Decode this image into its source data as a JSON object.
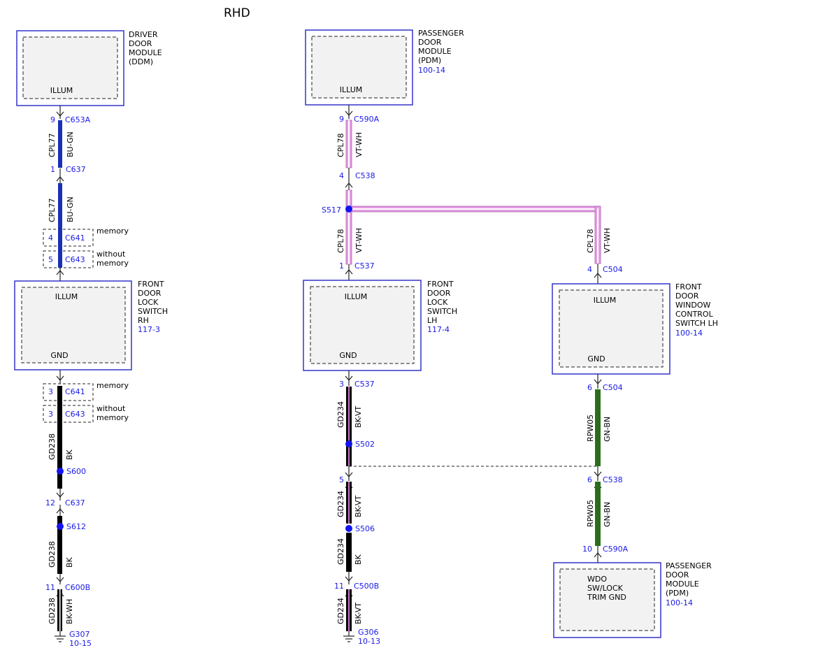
{
  "title": "RHD",
  "components": {
    "ddm": {
      "name": "DRIVER\nDOOR\nMODULE\n(DDM)",
      "ref": "",
      "pins": [
        "ILLUM"
      ]
    },
    "pdm_top": {
      "name": "PASSENGER\nDOOR\nMODULE\n(PDM)",
      "ref": "100-14",
      "pins": [
        "ILLUM"
      ]
    },
    "fdls_rh": {
      "name": "FRONT\nDOOR\nLOCK\nSWITCH\nRH",
      "ref": "117-3",
      "pins": [
        "ILLUM",
        "GND"
      ]
    },
    "fdls_lh": {
      "name": "FRONT\nDOOR\nLOCK\nSWITCH\nLH",
      "ref": "117-4",
      "pins": [
        "ILLUM",
        "GND"
      ]
    },
    "fdwcs_lh": {
      "name": "FRONT\nDOOR\nWINDOW\nCONTROL\nSWITCH LH",
      "ref": "100-14",
      "pins": [
        "ILLUM",
        "GND"
      ]
    },
    "pdm_bottom": {
      "name": "PASSENGER\nDOOR\nMODULE\n(PDM)",
      "ref": "100-14",
      "pins": [
        "WDO\nSW/LOCK\nTRIM GND"
      ]
    }
  },
  "connectors": {
    "left": [
      {
        "pin": "9",
        "name": "C653A"
      },
      {
        "pin": "1",
        "name": "C637"
      },
      {
        "pin": "4",
        "name": "C641",
        "note": "memory"
      },
      {
        "pin": "5",
        "name": "C643",
        "note": "without\nmemory"
      },
      {
        "pin": "3",
        "name": "C641",
        "note": "memory"
      },
      {
        "pin": "3",
        "name": "C643",
        "note": "without\nmemory"
      },
      {
        "pin": "12",
        "name": "C637"
      },
      {
        "pin": "11",
        "name": "C600B"
      }
    ],
    "middle": [
      {
        "pin": "9",
        "name": "C590A"
      },
      {
        "pin": "4",
        "name": "C538"
      },
      {
        "pin": "1",
        "name": "C537"
      },
      {
        "pin": "3",
        "name": "C537"
      },
      {
        "pin": "5",
        "name": ""
      },
      {
        "pin": "11",
        "name": "C500B"
      }
    ],
    "right": [
      {
        "pin": "4",
        "name": "C504"
      },
      {
        "pin": "6",
        "name": "C504"
      },
      {
        "pin": "6",
        "name": "C538"
      },
      {
        "pin": "10",
        "name": "C590A"
      }
    ]
  },
  "splices": [
    "S600",
    "S612",
    "S517",
    "S502",
    "S506"
  ],
  "grounds": [
    {
      "name": "G307",
      "ref": "10-15"
    },
    {
      "name": "G306",
      "ref": "10-13"
    }
  ],
  "wires": {
    "cpl77": {
      "circuit": "CPL77",
      "color": "BU-GN"
    },
    "cpl78": {
      "circuit": "CPL78",
      "color": "VT-WH"
    },
    "gd238": {
      "circuit": "GD238",
      "color": "BK"
    },
    "gd238wh": {
      "circuit": "GD238",
      "color": "BK-WH"
    },
    "gd234": {
      "circuit": "GD234",
      "color": "BK-VT"
    },
    "gd234bk": {
      "circuit": "GD234",
      "color": "BK"
    },
    "rpw05": {
      "circuit": "RPW05",
      "color": "GN-BN"
    }
  },
  "wire_colors": {
    "blue": "#1a2fb5",
    "violet_white": "#e39ee3",
    "black": "#000000",
    "black_violet": "#9a3a8a",
    "green": "#2a6e1c",
    "splice": "#1414f0",
    "component_border": "#3333cc",
    "ref_text": "#1a1ae6"
  }
}
